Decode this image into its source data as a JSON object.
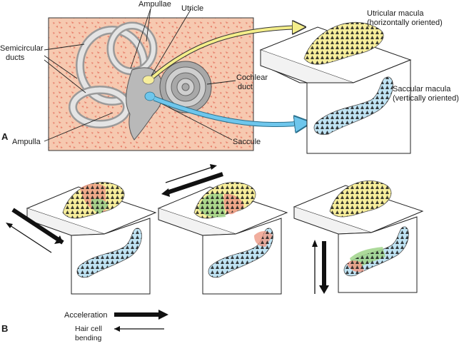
{
  "panel_a": {
    "letter": "A",
    "labels": {
      "ampullae": "Ampullae",
      "utricle": "Utricle",
      "semicircular_ducts_1": "Semicircular",
      "semicircular_ducts_2": "ducts",
      "cochlear_duct_1": "Cochlear",
      "cochlear_duct_2": "duct",
      "ampulla": "Ampulla",
      "saccule": "Saccule",
      "utricular_macula_1": "Utricular macula",
      "utricular_macula_2": "(horizontally oriented)",
      "saccular_macula_1": "Saccular macula",
      "saccular_macula_2": "(vertically oriented)"
    }
  },
  "panel_b": {
    "letter": "B",
    "legend": {
      "acceleration": "Acceleration",
      "hair_cell_1": "Hair cell",
      "hair_cell_2": "bending"
    }
  },
  "colors": {
    "bone_background": "#f6c9b0",
    "bone_speckle": "#e8826e",
    "utricular_macula": "#f7ee9b",
    "saccular_macula": "#bfe3f3",
    "stimulated_green": "#9fd48a",
    "stimulated_red": "#ee9a86",
    "yellow_arrow": "#f4ee8a",
    "blue_arrow": "#6ec6ec",
    "membranous_gray": "#b9b9b9"
  }
}
